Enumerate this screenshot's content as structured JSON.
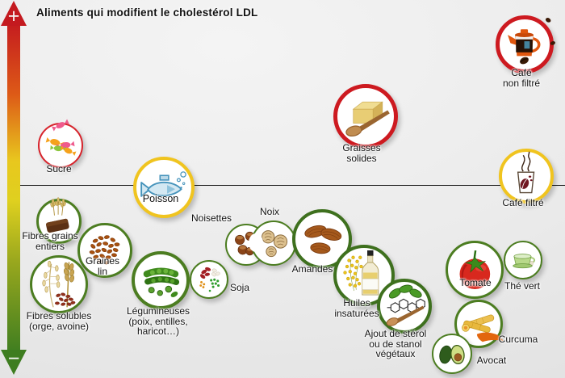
{
  "title": "Aliments qui modifient le cholestérol LDL",
  "axis": {
    "plus_sign": "+",
    "minus_sign": "−",
    "meaning_up": "augmente le cholestérol LDL",
    "meaning_down": "diminue le cholestérol LDL"
  },
  "legend_colors": {
    "raises_ldl_ring": "#cd1a20",
    "neutral_ring": "#f0c41f",
    "lowers_ldl_ring": "#4c7d21"
  },
  "items": [
    {
      "id": "sucre",
      "label": "Sucre",
      "effect": "raises",
      "icon": "candies-icon"
    },
    {
      "id": "poisson",
      "label": "Poisson",
      "effect": "neutral",
      "icon": "fish-icon"
    },
    {
      "id": "graisses-solides",
      "label": "Graisses\nsolides",
      "effect": "raises",
      "icon": "butter-icon"
    },
    {
      "id": "cafe-non-filtre",
      "label": "Café\nnon filtré",
      "effect": "raises",
      "icon": "coffee-pot-icon"
    },
    {
      "id": "cafe-filtre",
      "label": "Café filtré",
      "effect": "neutral",
      "icon": "coffee-cup-icon"
    },
    {
      "id": "fibres-grains-entiers",
      "label": "Fibres grains\nentiers",
      "effect": "lowers",
      "icon": "bread-wheat-icon"
    },
    {
      "id": "graines-lin",
      "label": "Graines\nlin",
      "effect": "lowers",
      "icon": "flax-seeds-icon"
    },
    {
      "id": "fibres-solubles",
      "label": "Fibres solubles\n(orge, avoine)",
      "effect": "lowers",
      "icon": "oats-icon"
    },
    {
      "id": "legumineuses",
      "label": "Légumineuses\n(poix, entilles,\nharicot…)",
      "effect": "lowers",
      "icon": "pea-pods-icon"
    },
    {
      "id": "soja",
      "label": "Soja",
      "effect": "lowers",
      "icon": "soy-beans-icon"
    },
    {
      "id": "noisettes",
      "label": "Noisettes",
      "effect": "lowers",
      "icon": "hazelnuts-icon"
    },
    {
      "id": "noix",
      "label": "Noix",
      "effect": "lowers",
      "icon": "walnuts-icon"
    },
    {
      "id": "amandes",
      "label": "Amandes",
      "effect": "lowers",
      "icon": "almonds-icon"
    },
    {
      "id": "huiles-insaturees",
      "label": "Huiles\ninsaturées",
      "effect": "lowers",
      "icon": "oil-bottle-icon"
    },
    {
      "id": "ajout-sterol",
      "label": "Ajout de stérol\nou de stanol\nvégétaux",
      "effect": "lowers",
      "icon": "sterol-molecule-icon"
    },
    {
      "id": "tomate",
      "label": "Tomate",
      "effect": "lowers",
      "icon": "tomato-icon"
    },
    {
      "id": "the-vert",
      "label": "Thé vert",
      "effect": "lowers",
      "icon": "tea-cup-icon"
    },
    {
      "id": "curcuma",
      "label": "Curcuma",
      "effect": "lowers",
      "icon": "turmeric-icon"
    },
    {
      "id": "avocat",
      "label": "Avocat",
      "effect": "lowers",
      "icon": "avocado-icon"
    }
  ]
}
